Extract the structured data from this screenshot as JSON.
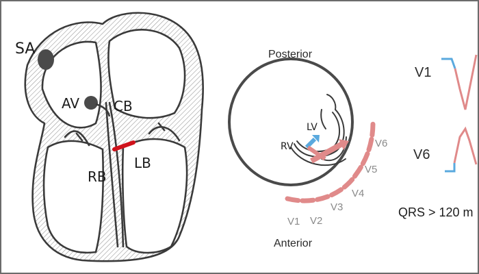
{
  "heart_labels": {
    "sa": "SA",
    "av": "AV",
    "cb": "CB",
    "rb": "RB",
    "lb": "LB"
  },
  "cross_section": {
    "posterior": "Posterior",
    "anterior": "Anterior",
    "rv": "RV",
    "lv": "LV",
    "leads": [
      "V1",
      "V2",
      "V3",
      "V4",
      "V5",
      "V6"
    ]
  },
  "ecg": {
    "lead_v1": "V1",
    "lead_v6": "V6",
    "criterion": "QRS > 120 m"
  },
  "colors": {
    "outline": "#3a3a3a",
    "block": "#d0121b",
    "pink": "#e08a8a",
    "blue": "#5aa9de",
    "lead_text": "#8a8a8a"
  }
}
